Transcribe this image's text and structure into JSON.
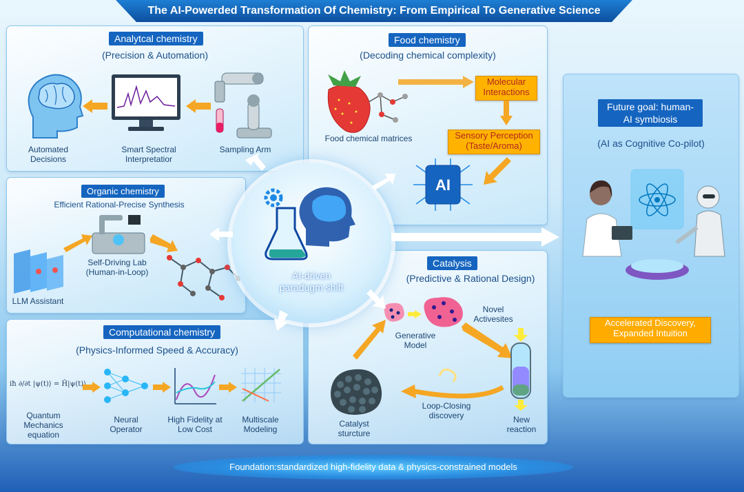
{
  "title": "The AI-Powerded Transformation Of Chemistry: From Empirical To Generative Science",
  "analytical": {
    "title": "Analytcal chemistry",
    "subtitle": "(Precision & Automation)",
    "labels": [
      "Automated Decisions",
      "Smart Spectral Interpretatior",
      "Sampling Arm"
    ]
  },
  "food": {
    "title": "Food chemistry",
    "subtitle": "(Decoding chemical complexity)",
    "matrices": "Food chemical matrices",
    "molecular": "Molecular Interactions",
    "sensory": "Sensory Perception (Taste/Aroma)",
    "ai_chip": "AI"
  },
  "organic": {
    "title": "Organic chemistry",
    "subtitle": "Efficient Rational-Precise Synthesis",
    "lab": "Self-Driving Lab (Human-in-Loop)",
    "llm": "LLM Assistant"
  },
  "computational": {
    "title": "Computational chemistry",
    "subtitle": "(Physics-Informed Speed & Accuracy)",
    "equation": "iħ ∂/∂t |ψ(t)⟩ = Ĥ|ψ(t)⟩",
    "labels": [
      "Quantum Mechanics equation",
      "Neural Operator",
      "High Fidelity at Low Cost",
      "Multiscale Modeling"
    ]
  },
  "catalysis": {
    "title": "Catalysis",
    "subtitle": "(Predictive & Rational Design)",
    "generative": "Generative Model",
    "novel": "Novel Activesites",
    "loop": "Loop-Closing discovery",
    "catalyst": "Catalyst sturcture",
    "reaction": "New reaction"
  },
  "center": {
    "label": "AI-driven paradugm shift"
  },
  "future": {
    "goal": "Future goal: human-AI symbiosis",
    "copilot": "(AI as Cognitive Co-pilot)",
    "accelerated": "Accelerated Discovery, Expanded Intuition"
  },
  "foundation": "Foundation:standardized high-fidelity data & physics-constrained models",
  "colors": {
    "accent": "#1565c0",
    "orange": "#ffb300",
    "arrow": "#f5a623"
  }
}
